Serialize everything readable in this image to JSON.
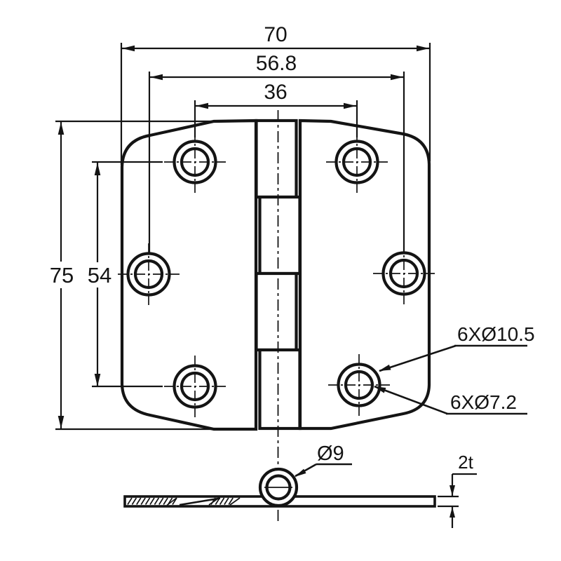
{
  "drawing": {
    "colors": {
      "background": "#ffffff",
      "ink": "#141414"
    },
    "front_view": {
      "dimensions": {
        "overall_width": "70",
        "middle_hole_spacing": "56.8",
        "top_hole_spacing": "36",
        "overall_height": "75",
        "vertical_hole_spacing": "54"
      },
      "callouts": {
        "countersink_holes": "6XØ10.5",
        "through_holes": "6XØ7.2"
      }
    },
    "side_view": {
      "callouts": {
        "knuckle_diameter": "Ø9",
        "thickness": "2t"
      }
    }
  }
}
